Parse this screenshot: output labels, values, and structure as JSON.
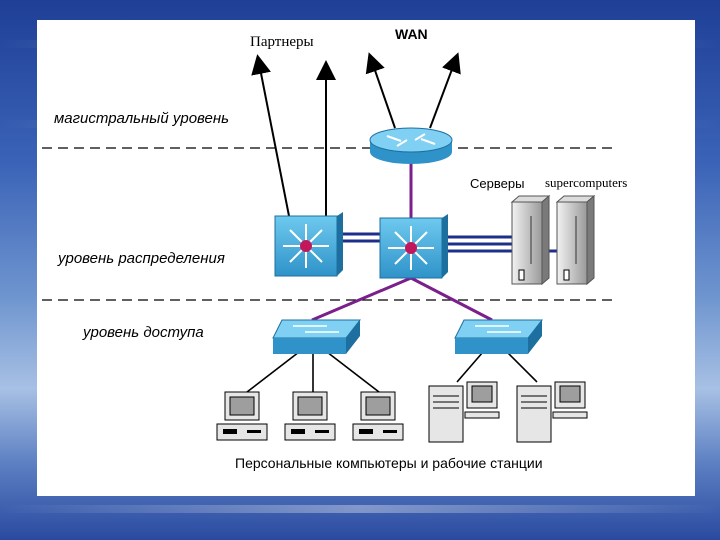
{
  "labels": {
    "partners": "Партнеры",
    "wan": "WAN",
    "core": "магистральный уровень",
    "distribution": "уровень распределения",
    "access": "уровень доступа",
    "servers": "Серверы",
    "supercomputers": "supercomputers",
    "workstations": "Персональные компьютеры и рабочие станции"
  },
  "colors": {
    "backbone_link": "#7a1f8c",
    "trunk_link": "#1d2f8a",
    "device_blue": "#3aa8d8",
    "device_dark": "#1d6fa0",
    "background_blue": "#3a63b7"
  },
  "icons": {
    "router": "router-icon",
    "multilayer_switch": "layer3-switch-icon",
    "workgroup_switch": "switch-icon",
    "server": "server-tower-icon",
    "pc": "pc-icon",
    "workstation": "workstation-icon"
  }
}
